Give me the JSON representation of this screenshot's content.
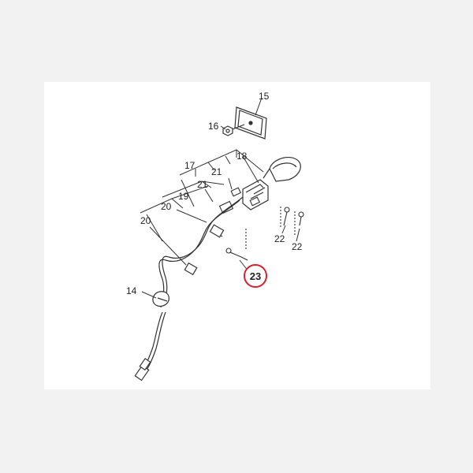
{
  "diagram": {
    "callouts": [
      {
        "id": "c15",
        "text": "15"
      },
      {
        "id": "c16",
        "text": "16"
      },
      {
        "id": "c17",
        "text": "17"
      },
      {
        "id": "c18",
        "text": "18"
      },
      {
        "id": "c21a",
        "text": "21"
      },
      {
        "id": "c21b",
        "text": "21"
      },
      {
        "id": "c19",
        "text": "19"
      },
      {
        "id": "c20a",
        "text": "20"
      },
      {
        "id": "c20b",
        "text": "20"
      },
      {
        "id": "c14",
        "text": "14"
      },
      {
        "id": "c22a",
        "text": "22"
      },
      {
        "id": "c22b",
        "text": "22"
      }
    ],
    "highlighted": {
      "text": "23",
      "color": "#d8202a"
    },
    "colors": {
      "line": "#333333",
      "sheet": "#ffffff",
      "border": "#f2f2f2"
    }
  }
}
